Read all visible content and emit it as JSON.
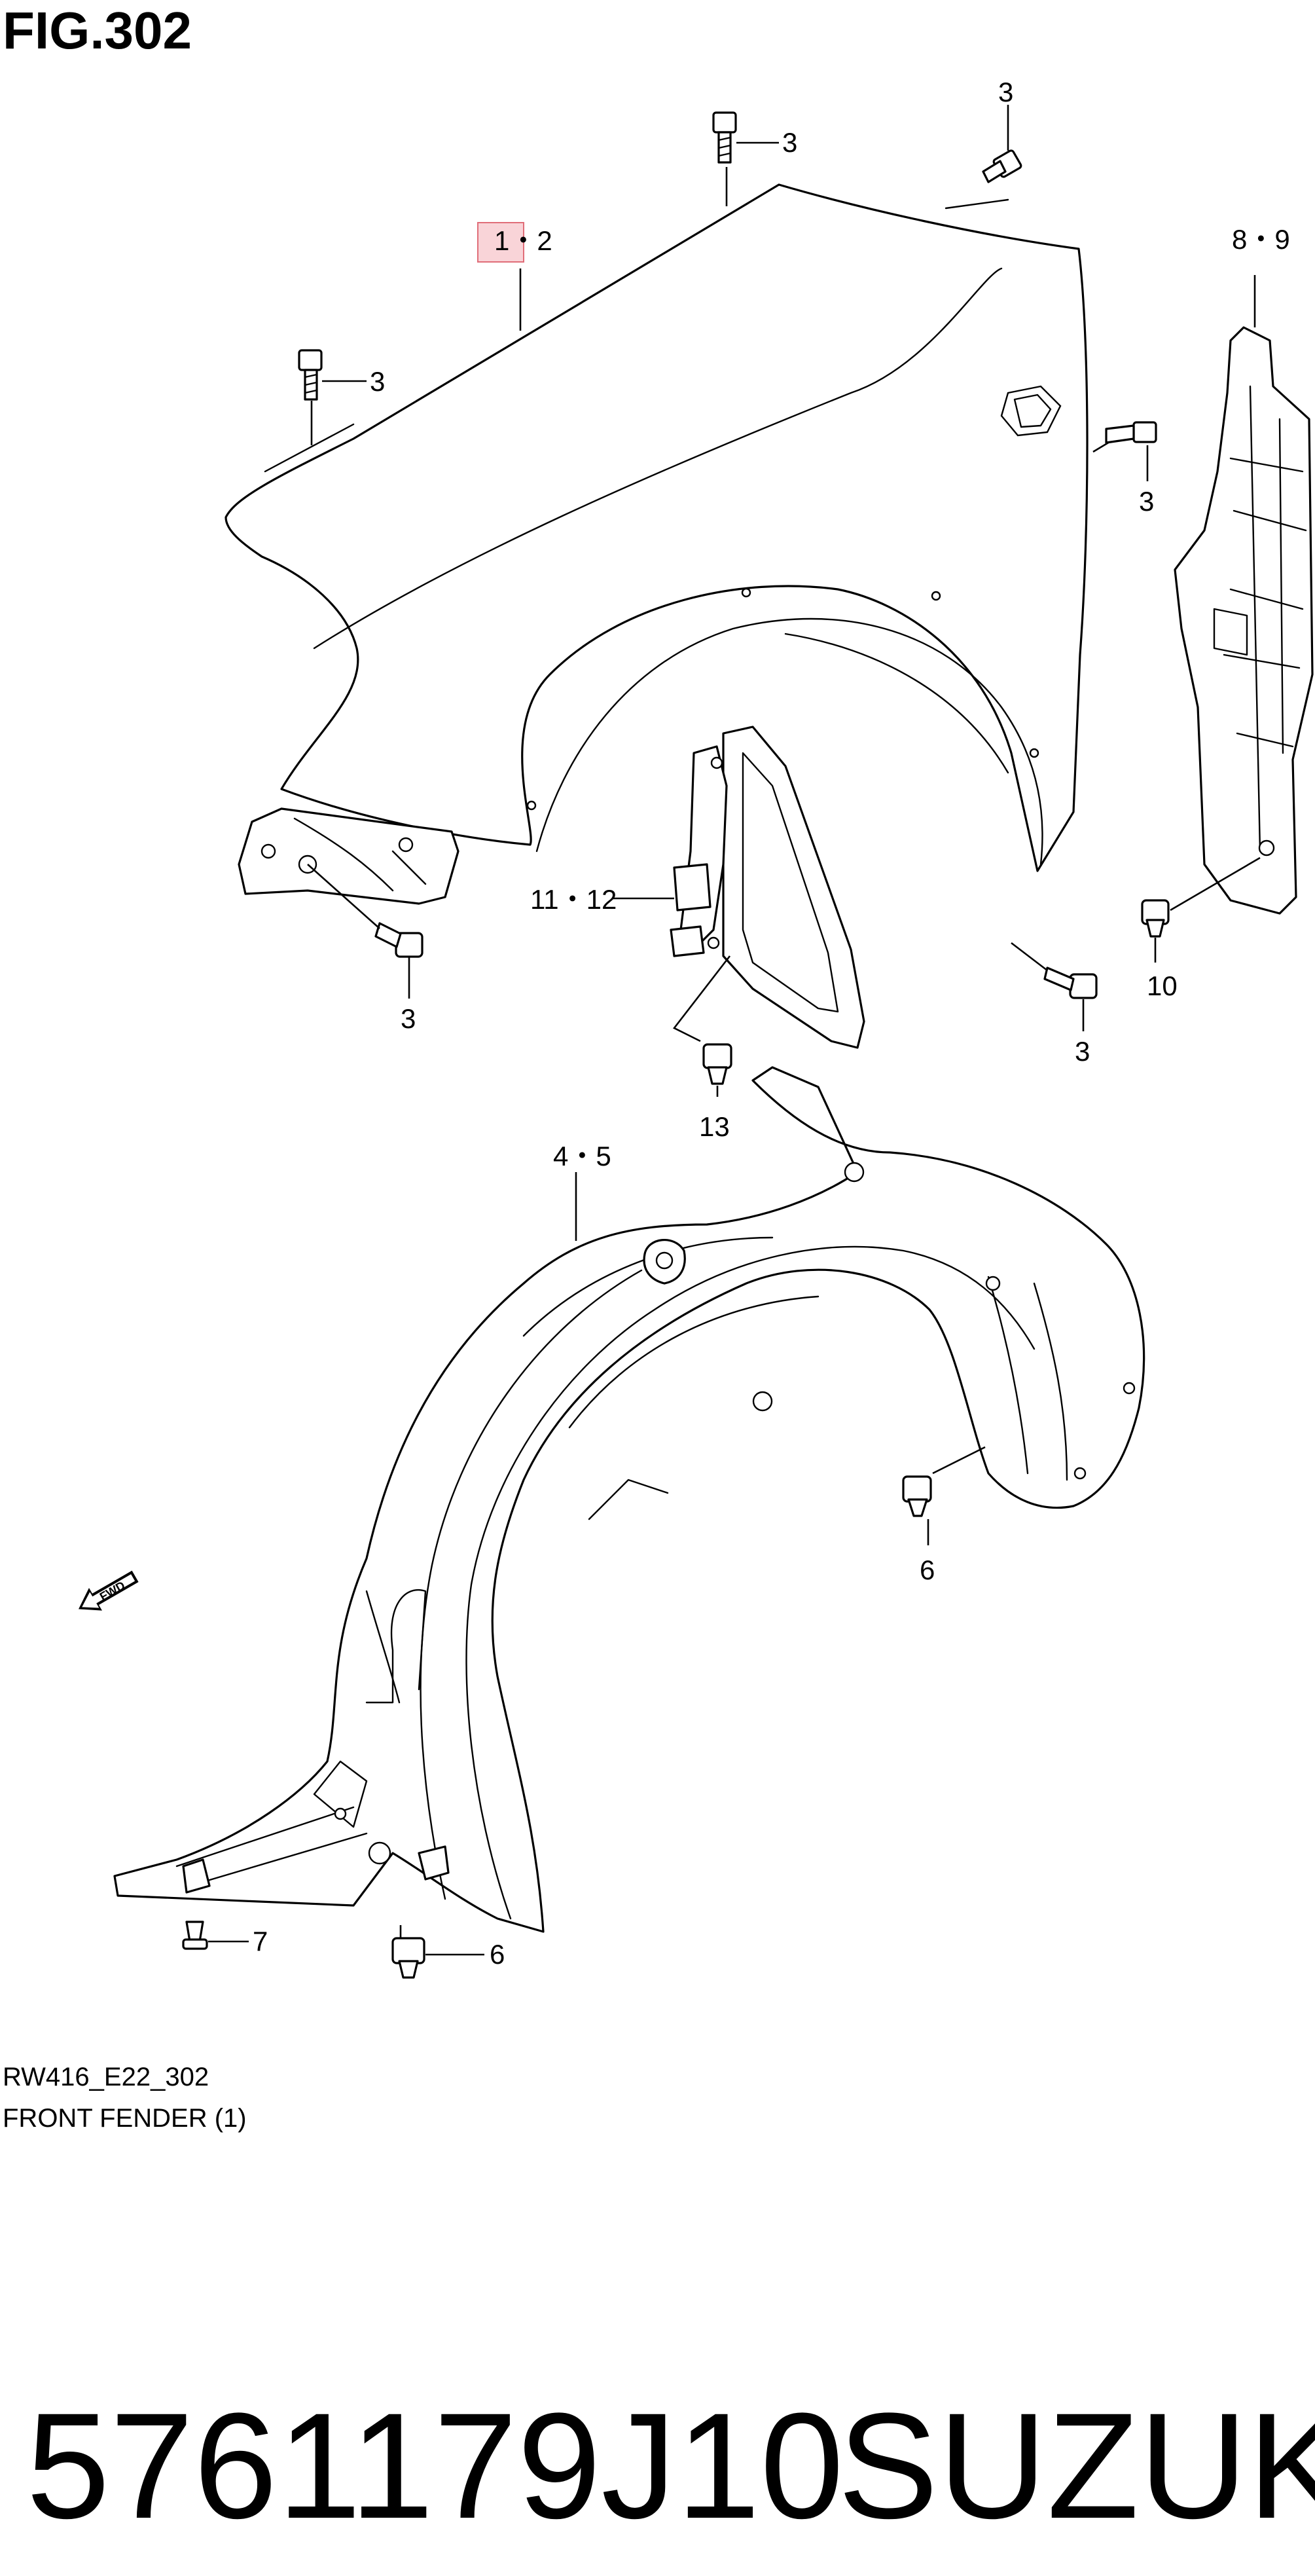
{
  "figure": {
    "title": "FIG.302",
    "code": "RW416_E22_302",
    "caption": "FRONT FENDER (1)"
  },
  "colors": {
    "highlight_fill": "#f9d4d8",
    "highlight_stroke": "#e06d78",
    "line": "#000000"
  },
  "callouts": [
    {
      "id": "fender",
      "label": "1・2",
      "highlighted": true
    },
    {
      "id": "bolt-top-center",
      "label": "3"
    },
    {
      "id": "bolt-top-right",
      "label": "3"
    },
    {
      "id": "bolt-top-left",
      "label": "3"
    },
    {
      "id": "bolt-right",
      "label": "3"
    },
    {
      "id": "bolt-bottom-left",
      "label": "3"
    },
    {
      "id": "bolt-bottom-right",
      "label": "3"
    },
    {
      "id": "inner-fender",
      "label": "4・5"
    },
    {
      "id": "clip-6a",
      "label": "6"
    },
    {
      "id": "clip-6b",
      "label": "6"
    },
    {
      "id": "screw-7",
      "label": "7"
    },
    {
      "id": "liner",
      "label": "8・9"
    },
    {
      "id": "clip-10",
      "label": "10"
    },
    {
      "id": "bracket",
      "label": "11・12"
    },
    {
      "id": "clip-13",
      "label": "13"
    }
  ],
  "fwd_arrow": {
    "label": "FWD",
    "icon": "forward-arrow-icon"
  },
  "footer": {
    "part_number": "5761179J10",
    "brand": "SUZUKI"
  }
}
